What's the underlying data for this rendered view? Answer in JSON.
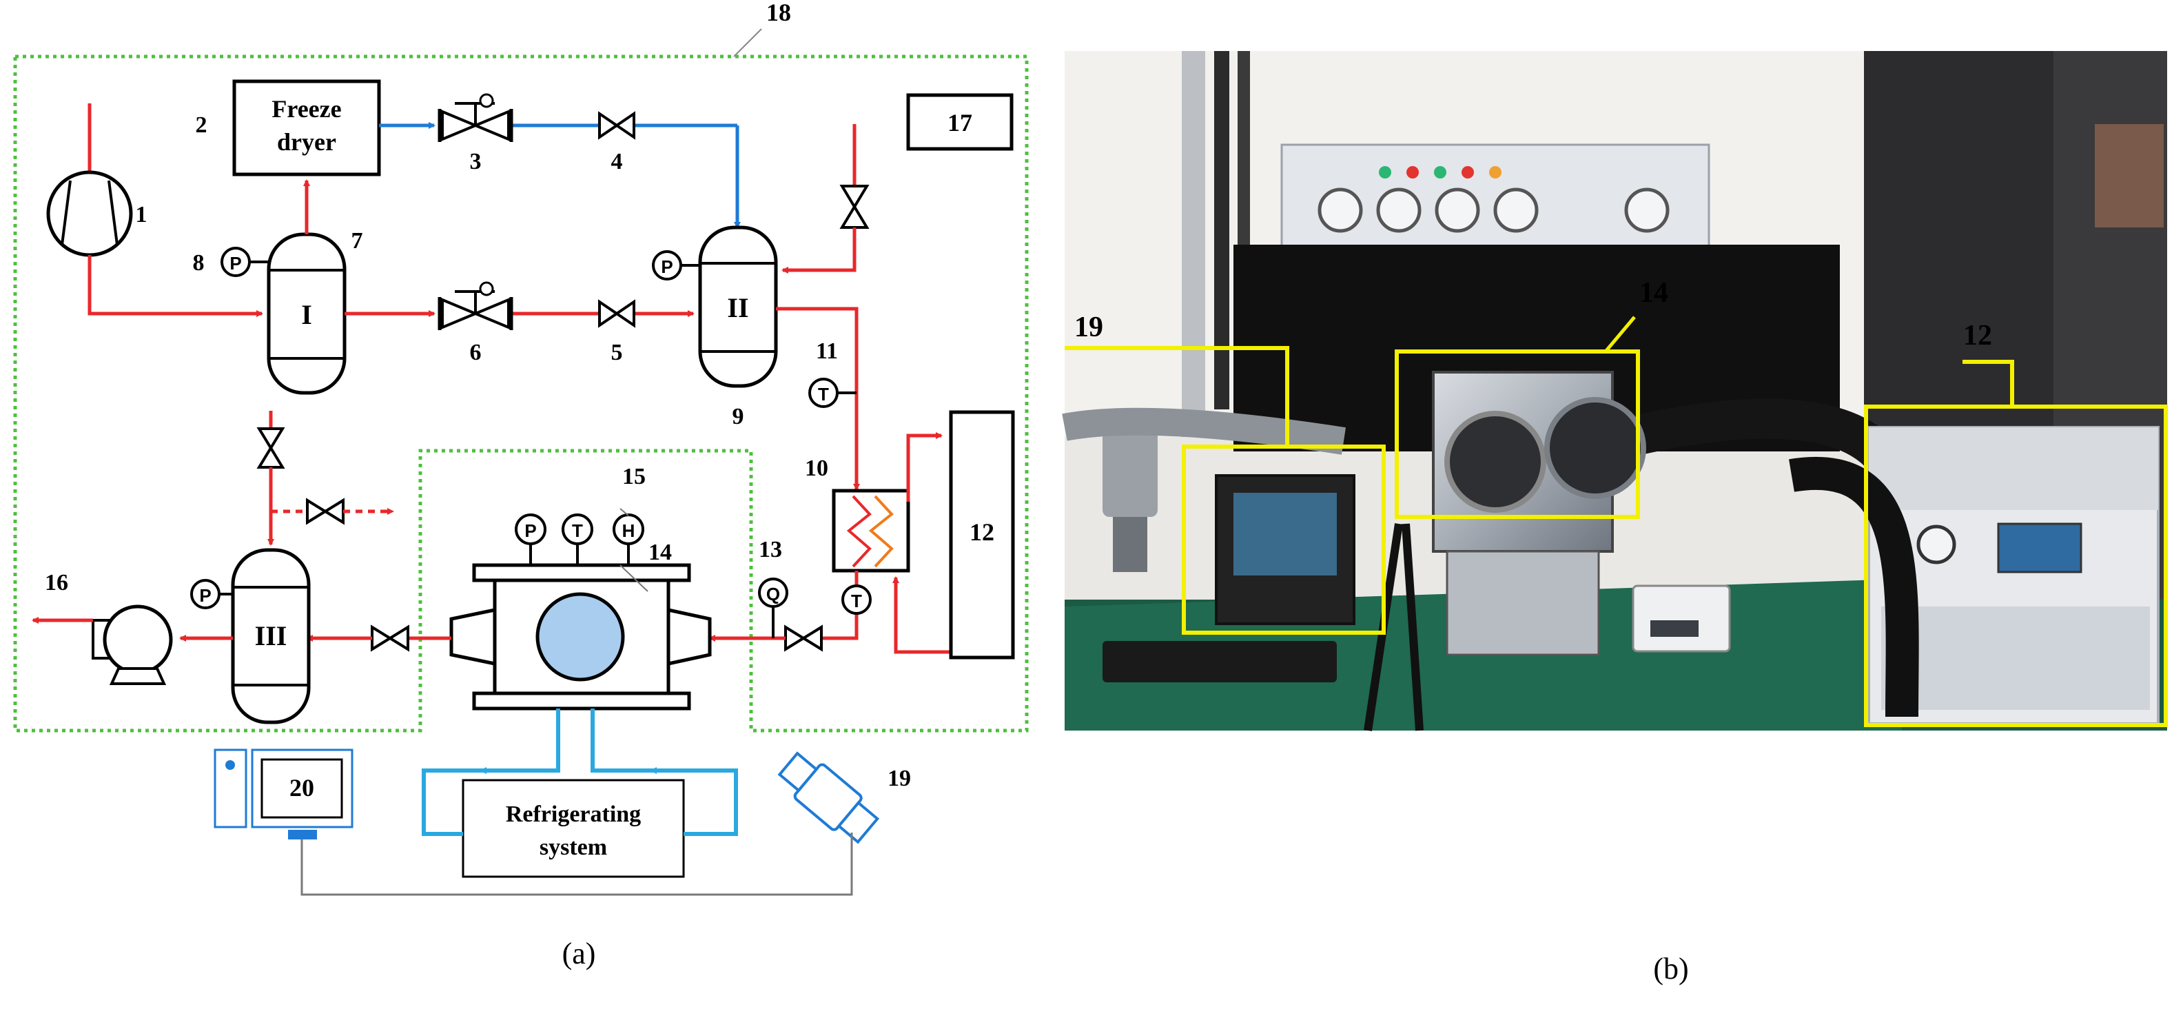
{
  "panel_a": {
    "caption": "(a)",
    "system_label": "18",
    "components": {
      "compressor": "1",
      "freeze_dryer_num": "2",
      "freeze_dryer_line1": "Freeze",
      "freeze_dryer_line2": "dryer",
      "valve_3": "3",
      "valve_4": "4",
      "valve_5": "5",
      "valve_6": "6",
      "tank1_num": "7",
      "tank1_roman": "I",
      "pressure_8": "8",
      "tank2_num": "9",
      "tank2_roman": "II",
      "heat_exchanger": "10",
      "temp_11": "11",
      "chiller": "12",
      "flow_13": "13",
      "chamber": "14",
      "sensors_15": "15",
      "pump": "16",
      "controller": "17",
      "tank3_roman": "III",
      "camera": "19",
      "computer": "20",
      "refrig_line1": "Refrigerating",
      "refrig_line2": "system"
    },
    "sensor_letters": {
      "pressure": "P",
      "temperature": "T",
      "humidity": "H",
      "flow": "Q"
    },
    "colors": {
      "hot_line": "#e8282b",
      "cold_line": "#1f7bd6",
      "refrig_line": "#2aa9e0",
      "data_line": "#7a7a7a",
      "boundary": "#4fbf3f",
      "window": "#a9cdee"
    }
  },
  "panel_b": {
    "caption": "(b)",
    "labels": {
      "camera": "19",
      "chamber": "14",
      "chiller": "12"
    },
    "highlight_color": "#f3f000"
  }
}
